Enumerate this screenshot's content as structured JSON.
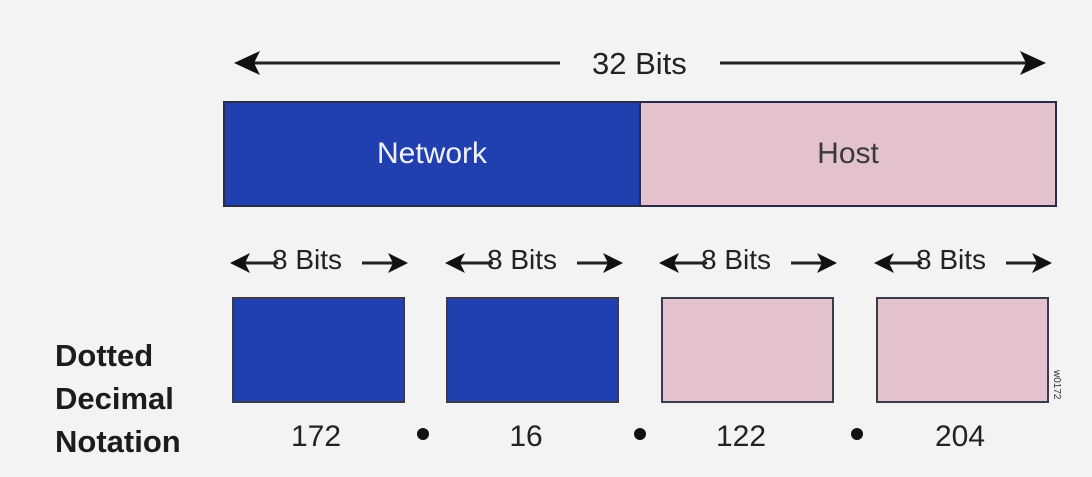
{
  "total": {
    "label": "32 Bits"
  },
  "portions": [
    {
      "key": "network",
      "label": "Network",
      "color": "#2140b0"
    },
    {
      "key": "host",
      "label": "Host",
      "color": "#e4c2cd"
    }
  ],
  "octets": [
    {
      "bits_label": "8 Bits",
      "value": "172",
      "portion": "network"
    },
    {
      "bits_label": "8 Bits",
      "value": "16",
      "portion": "network"
    },
    {
      "bits_label": "8 Bits",
      "value": "122",
      "portion": "host"
    },
    {
      "bits_label": "8 Bits",
      "value": "204",
      "portion": "host"
    }
  ],
  "side_label": {
    "line1": "Dotted",
    "line2": "Decimal",
    "line3": "Notation"
  },
  "figure_id": "w0172"
}
